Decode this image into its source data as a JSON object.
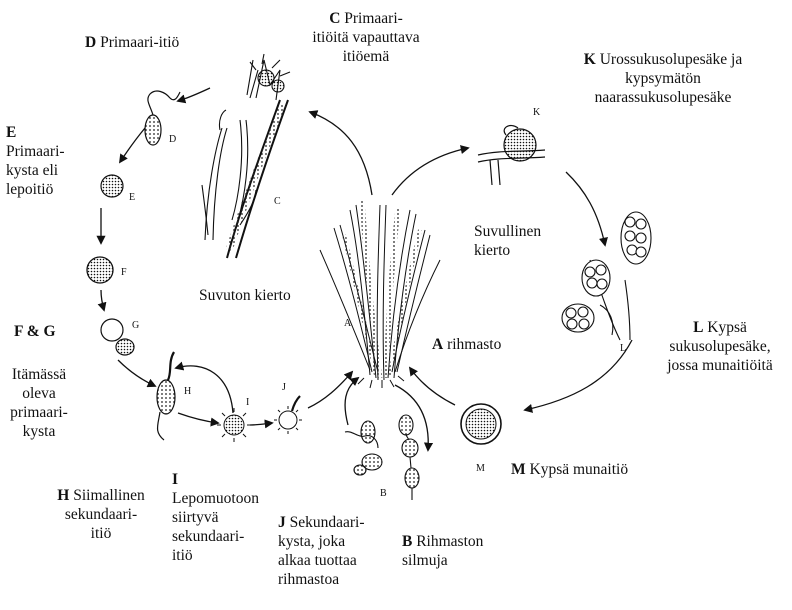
{
  "labels": {
    "C": {
      "letter": "C",
      "lines": [
        "Primaari-",
        "itiöitä vapauttava",
        "itiöemä"
      ]
    },
    "D": {
      "letter": "D",
      "lines": [
        "Primaari-itiö"
      ]
    },
    "E": {
      "letter": "E",
      "lines": [
        "Primaari-",
        "kysta eli",
        "lepoitiö"
      ]
    },
    "FG": {
      "letter": "F & G",
      "lines": [
        "Itämässä",
        "oleva",
        "primaari-",
        "kysta"
      ]
    },
    "H": {
      "letter": "H",
      "lines": [
        "Siimallinen",
        "sekundaari-",
        "itiö"
      ]
    },
    "I": {
      "letter": "I",
      "lines": [
        "Lepomuotoon",
        "siirtyvä",
        "sekundaari-",
        "itiö"
      ]
    },
    "J": {
      "letter": "J",
      "lines": [
        "Sekundaari-",
        "kysta, joka",
        "alkaa tuottaa",
        "rihmastoa"
      ]
    },
    "B": {
      "letter": "B",
      "lines": [
        "Rihmaston",
        "silmuja"
      ]
    },
    "M": {
      "letter": "M",
      "lines": [
        "Kypsä munaitiö"
      ]
    },
    "L": {
      "letter": "L",
      "lines": [
        "Kypsä",
        "sukusolupesäke,",
        "jossa munaitiöitä"
      ]
    },
    "K": {
      "letter": "K",
      "lines": [
        "Urossukusolupesäke ja",
        "kypsymätön",
        "naarassukusolupesäke"
      ]
    },
    "A": {
      "letter": "A",
      "lines": [
        "rihmasto"
      ]
    }
  },
  "cycles": {
    "asexual": "Suvuton kierto",
    "sexual": [
      "Suvullinen",
      "kierto"
    ]
  },
  "markers": [
    "A",
    "B",
    "C",
    "D",
    "E",
    "F",
    "G",
    "H",
    "I",
    "J",
    "K",
    "L",
    "M"
  ]
}
